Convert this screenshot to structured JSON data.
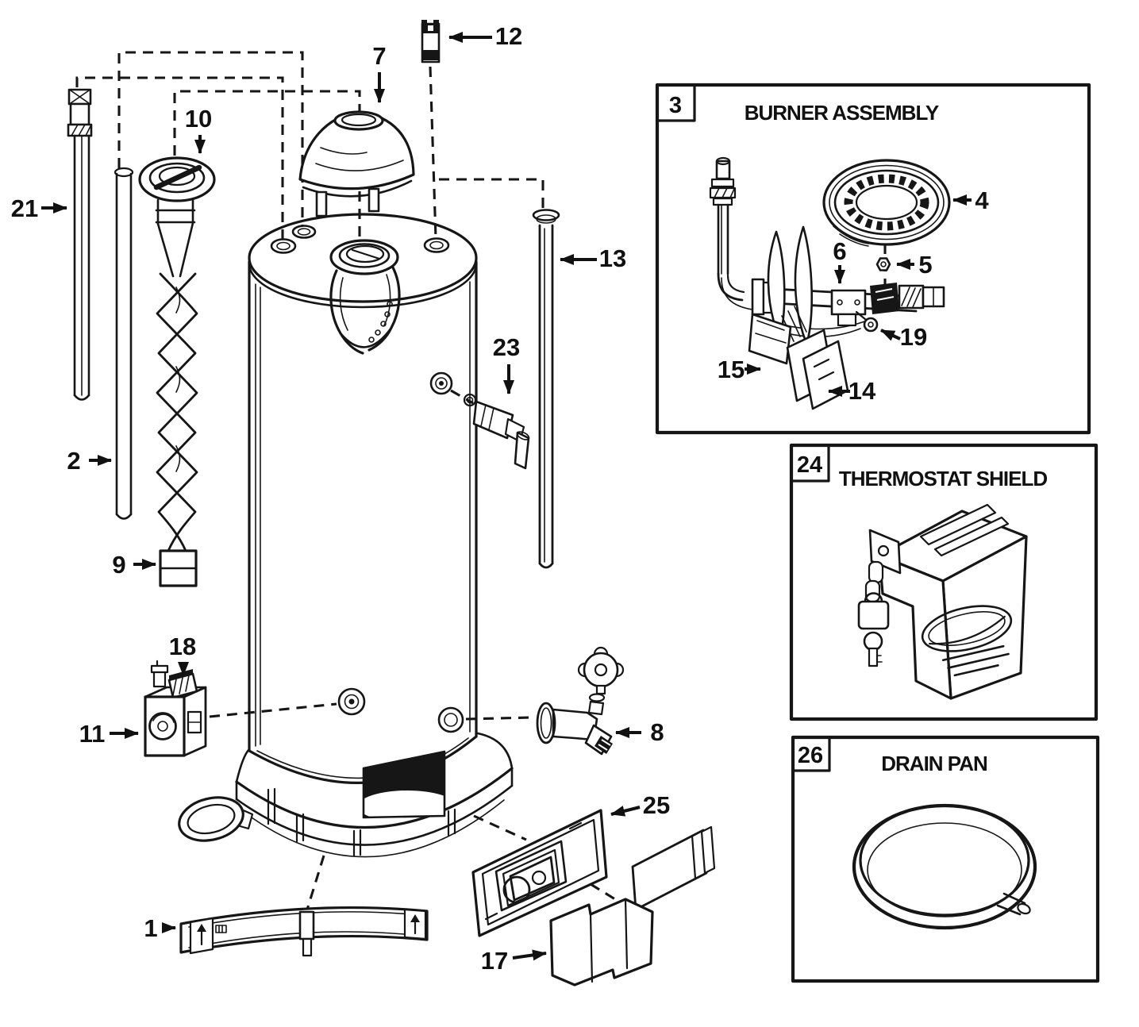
{
  "diagram": {
    "bg_color": "#ffffff",
    "ink_color": "#161616",
    "part_labels": {
      "p1": "1",
      "p2": "2",
      "p4": "4",
      "p5": "5",
      "p6": "6",
      "p7": "7",
      "p8": "8",
      "p9": "9",
      "p10": "10",
      "p11": "11",
      "p12": "12",
      "p13": "13",
      "p14": "14",
      "p15": "15",
      "p17": "17",
      "p18": "18",
      "p19": "19",
      "p21": "21",
      "p23": "23",
      "p25": "25"
    },
    "insets": {
      "burner_assembly": {
        "number": "3",
        "title": "BURNER ASSEMBLY"
      },
      "thermostat_shield": {
        "number": "24",
        "title": "THERMOSTAT SHIELD"
      },
      "drain_pan": {
        "number": "26",
        "title": "DRAIN PAN"
      }
    }
  }
}
